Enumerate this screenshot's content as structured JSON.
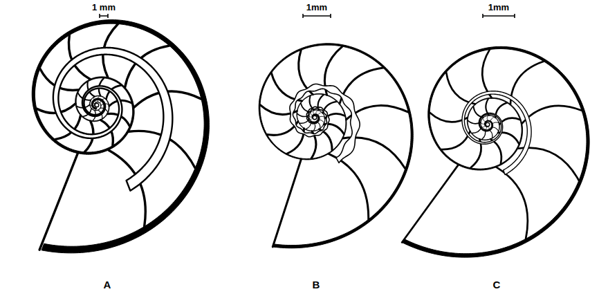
{
  "diagram": {
    "labels": [
      "1 mm",
      "1mm",
      "1mm",
      "A",
      "B",
      "C"
    ]
  }
}
